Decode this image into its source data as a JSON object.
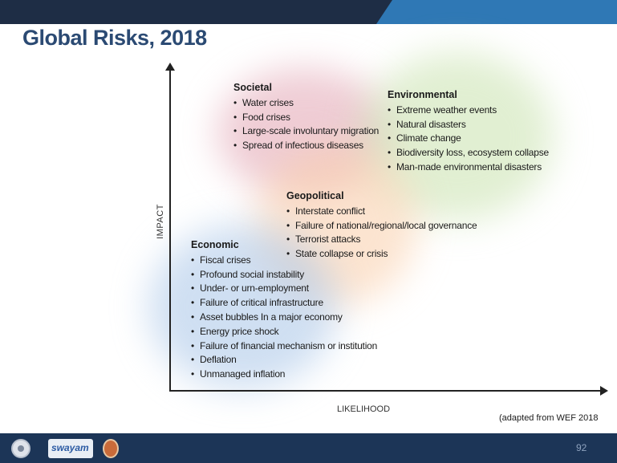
{
  "slide": {
    "title": "Global Risks, 2018",
    "axes": {
      "y_label": "IMPACT",
      "x_label": "LIKELIHOOD"
    },
    "source_note": "(adapted from WEF 2018",
    "page_number": "92"
  },
  "groups": {
    "societal": {
      "heading": "Societal",
      "color": "#e2a4b2",
      "items": [
        "Water crises",
        "Food crises",
        "Large-scale involuntary migration",
        "Spread of infectious diseases"
      ]
    },
    "environmental": {
      "heading": "Environmental",
      "color": "#cde4b4",
      "items": [
        "Extreme weather events",
        "Natural disasters",
        "Climate change",
        "Biodiversity loss, ecosystem collapse",
        "Man-made environmental disasters"
      ]
    },
    "geopolitical": {
      "heading": "Geopolitical",
      "color": "#facea a",
      "items": [
        "Interstate conflict",
        "Failure of national/regional/local governance",
        "Terrorist attacks",
        "State collapse or crisis"
      ]
    },
    "economic": {
      "heading": "Economic",
      "color": "#a8c4e8",
      "items": [
        "Fiscal crises",
        "Profound social instability",
        "Under- or urn-employment",
        "Failure of critical infrastructure",
        "Asset bubbles In a major economy",
        "Energy price shock",
        "Failure of financial mechanism or institution",
        "Deflation",
        "Unmanaged inflation"
      ]
    }
  },
  "footer": {
    "logos": [
      "emblem-icon",
      "swayam-logo",
      "nptel-logo"
    ],
    "logo_text": "swayam"
  }
}
